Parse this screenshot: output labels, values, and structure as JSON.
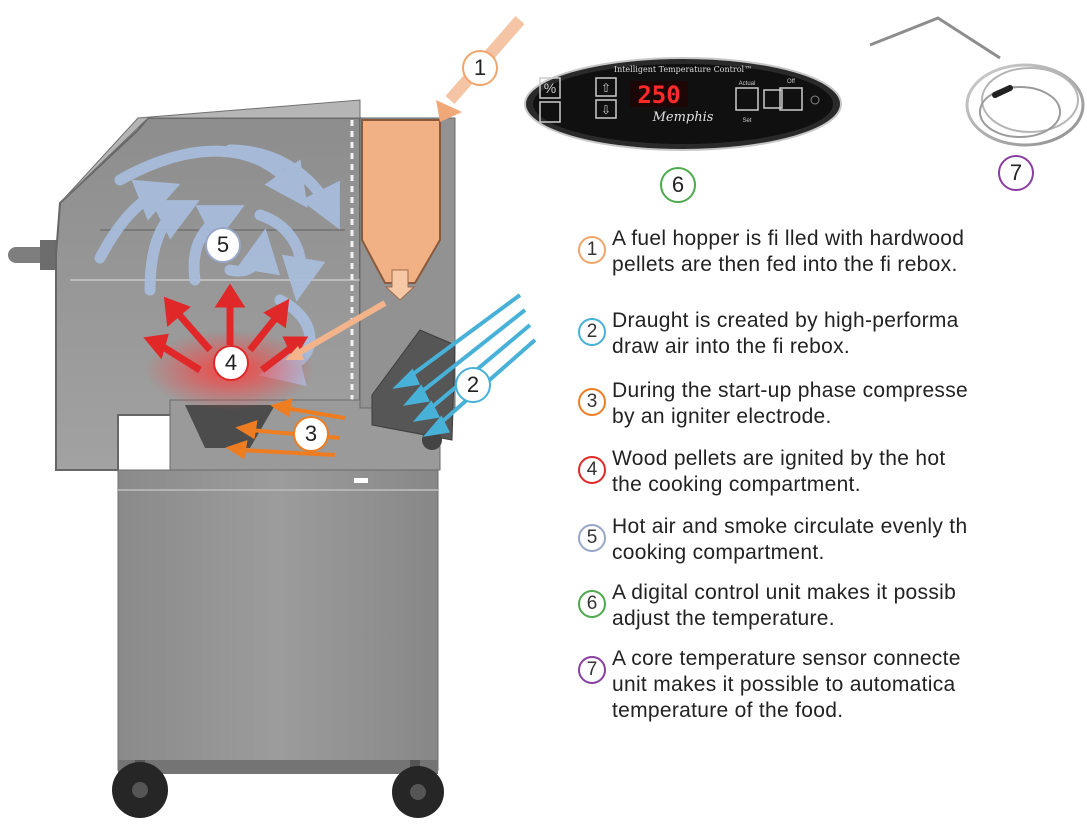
{
  "panel": {
    "header": "Intelligent Temperature Control™",
    "display": "250",
    "brand": "Memphis",
    "button_labels": {
      "actual": "Actual",
      "off": "Off",
      "set": "Set"
    }
  },
  "callouts": [
    {
      "num": "1",
      "color": "#f2a56b"
    },
    {
      "num": "2",
      "color": "#47b1d8"
    },
    {
      "num": "3",
      "color": "#ee7d21"
    },
    {
      "num": "4",
      "color": "#e02828"
    },
    {
      "num": "5",
      "color": "#98a6c8"
    },
    {
      "num": "6",
      "color": "#4daa4d"
    },
    {
      "num": "7",
      "color": "#8a3ea0"
    }
  ],
  "legend": [
    {
      "num": "1",
      "text": "A fuel hopper is fi lled with hardwood\npellets are then fed into the fi rebox."
    },
    {
      "num": "2",
      "text": "Draught is created by high-performa\ndraw air into the fi rebox."
    },
    {
      "num": "3",
      "text": "During the start-up phase compresse\nby an igniter electrode."
    },
    {
      "num": "4",
      "text": "Wood pellets are ignited by the hot\nthe cooking compartment."
    },
    {
      "num": "5",
      "text": "Hot air and smoke circulate evenly th\ncooking compartment."
    },
    {
      "num": "6",
      "text": "A digital control unit makes it possib\nadjust the temperature."
    },
    {
      "num": "7",
      "text": "A core temperature sensor connecte\nunit makes it possible to automatica\ntemperature of the food."
    }
  ]
}
